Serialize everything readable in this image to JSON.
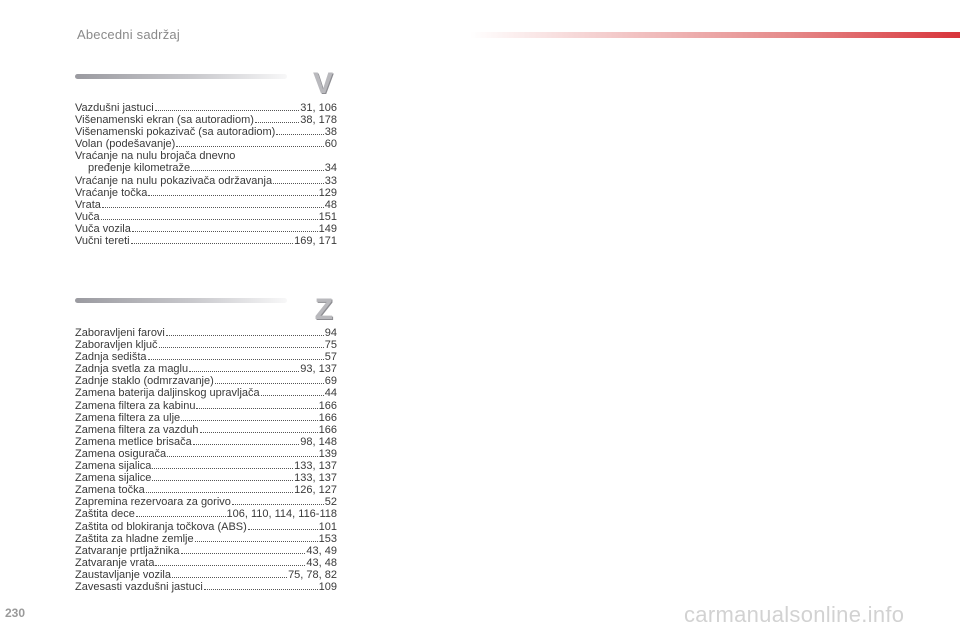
{
  "header": {
    "title": "Abecedni sadržaj",
    "accent_color": "#d8343b"
  },
  "sections": [
    {
      "letter": "V",
      "entries": [
        {
          "label": "Vazdušni jastuci",
          "page": "31, 106"
        },
        {
          "label": "Višenamenski ekran (sa autoradiom)",
          "page": "38, 178"
        },
        {
          "label": "Višenamenski pokazivač (sa autoradiom)",
          "page": "38"
        },
        {
          "label": "Volan (podešavanje)",
          "page": "60"
        },
        {
          "label": "Vraćanje na nulu brojača dnevno",
          "page": ""
        },
        {
          "label": "pređenje kilometraže",
          "page": "34"
        },
        {
          "label": "Vraćanje na nulu pokazivača održavanja",
          "page": "33"
        },
        {
          "label": "Vraćanje točka",
          "page": "129"
        },
        {
          "label": "Vrata",
          "page": "48"
        },
        {
          "label": "Vuča",
          "page": "151"
        },
        {
          "label": "Vuča vozila",
          "page": "149"
        },
        {
          "label": "Vučni tereti",
          "page": "169, 171"
        }
      ]
    },
    {
      "letter": "Z",
      "entries": [
        {
          "label": "Zaboravljeni farovi",
          "page": "94"
        },
        {
          "label": "Zaboravljen ključ",
          "page": "75"
        },
        {
          "label": "Zadnja sedišta",
          "page": "57"
        },
        {
          "label": "Zadnja svetla za maglu",
          "page": "93, 137"
        },
        {
          "label": "Zadnje staklo (odmrzavanje)",
          "page": "69"
        },
        {
          "label": "Zamena baterija daljinskog upravljača",
          "page": "44"
        },
        {
          "label": "Zamena filtera za kabinu",
          "page": "166"
        },
        {
          "label": "Zamena filtera za ulje",
          "page": "166"
        },
        {
          "label": "Zamena filtera za vazduh",
          "page": "166"
        },
        {
          "label": "Zamena metlice brisača",
          "page": "98, 148"
        },
        {
          "label": "Zamena osigurača",
          "page": "139"
        },
        {
          "label": "Zamena sijalica",
          "page": "133, 137"
        },
        {
          "label": "Zamena sijalice",
          "page": "133, 137"
        },
        {
          "label": "Zamena točka",
          "page": "126, 127"
        },
        {
          "label": "Zapremina rezervoara za gorivo",
          "page": "52"
        },
        {
          "label": "Zaštita dece",
          "page": "106, 110, 114, 116-118"
        },
        {
          "label": "Zaštita od blokiranja točkova (ABS)",
          "page": "101"
        },
        {
          "label": "Zaštita za hladne zemlje",
          "page": "153"
        },
        {
          "label": "Zatvaranje prtljažnika",
          "page": "43, 49"
        },
        {
          "label": "Zatvaranje vrata",
          "page": "43, 48"
        },
        {
          "label": "Zaustavljanje vozila",
          "page": "75, 78, 82"
        },
        {
          "label": "Zavesasti vazdušni jastuci",
          "page": "109"
        }
      ]
    }
  ],
  "footer": {
    "page_number": "230",
    "watermark": "carmanualsonline.info"
  }
}
